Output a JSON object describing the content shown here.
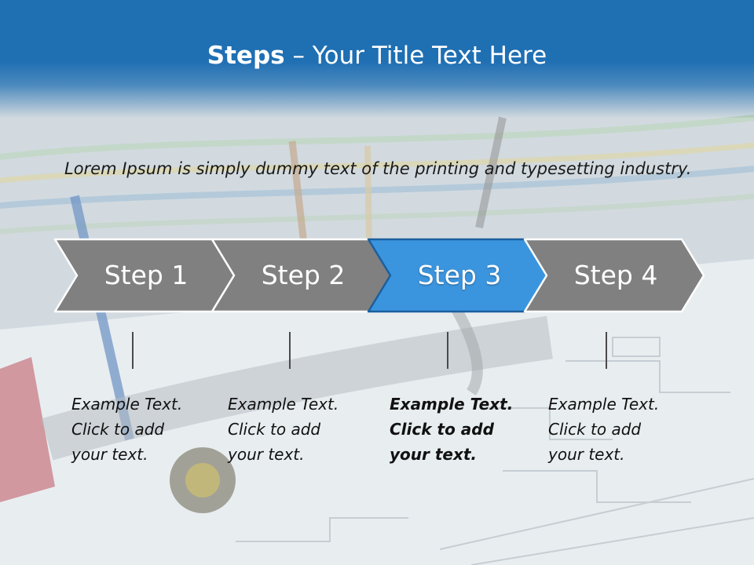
{
  "title": {
    "bold": "Steps",
    "rest": " – Your Title Text Here"
  },
  "intro": "Lorem Ipsum is simply dummy text of the printing and typesetting industry.",
  "colors": {
    "header_blue": "#1f6fb3",
    "step_gray": "#7f7f7f",
    "step_active": "#3b95de"
  },
  "steps": [
    {
      "label": "Step 1",
      "active": false,
      "note": [
        "Example Text.",
        "Click  to add",
        "your text."
      ]
    },
    {
      "label": "Step 2",
      "active": false,
      "note": [
        "Example Text.",
        "Click  to add",
        "your text."
      ]
    },
    {
      "label": "Step 3",
      "active": true,
      "note": [
        "Example Text.",
        "Click  to add",
        "your text."
      ]
    },
    {
      "label": "Step 4",
      "active": false,
      "note": [
        "Example Text.",
        "Click  to add",
        "your text."
      ]
    }
  ]
}
